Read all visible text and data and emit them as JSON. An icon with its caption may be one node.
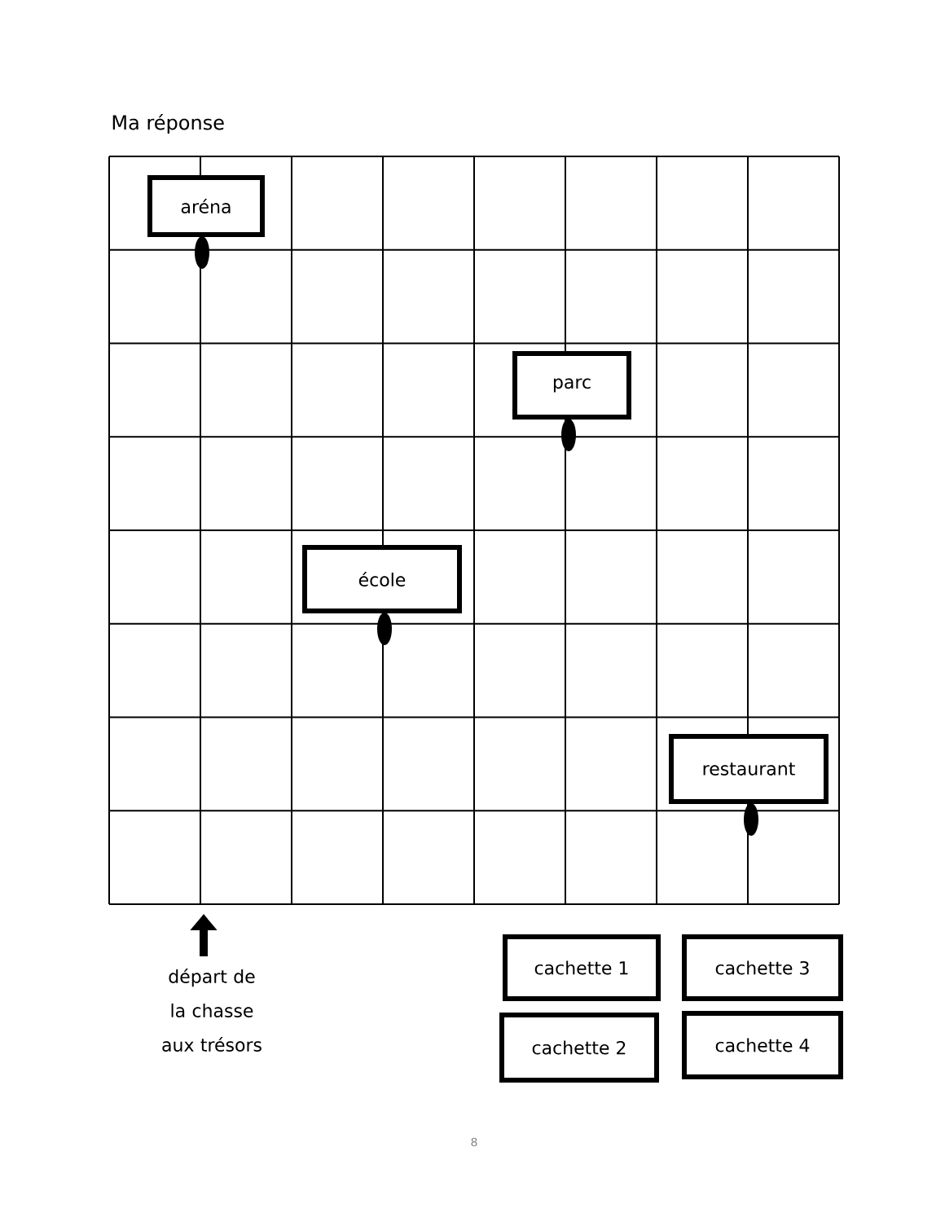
{
  "diagram": {
    "title": "Ma réponse",
    "nodes": [
      {
        "text": [
          "aréna"
        ]
      },
      {
        "text": [
          "parc"
        ]
      },
      {
        "text": [
          "école"
        ]
      },
      {
        "text": [
          "restaurant"
        ]
      },
      {
        "text": [
          "cachette 1"
        ]
      },
      {
        "text": [
          "cachette 3"
        ]
      },
      {
        "text": [
          "cachette 2"
        ]
      },
      {
        "text": [
          "cachette 4"
        ]
      }
    ],
    "labels": [
      "départ de la chasse aux trésors",
      "8"
    ]
  }
}
